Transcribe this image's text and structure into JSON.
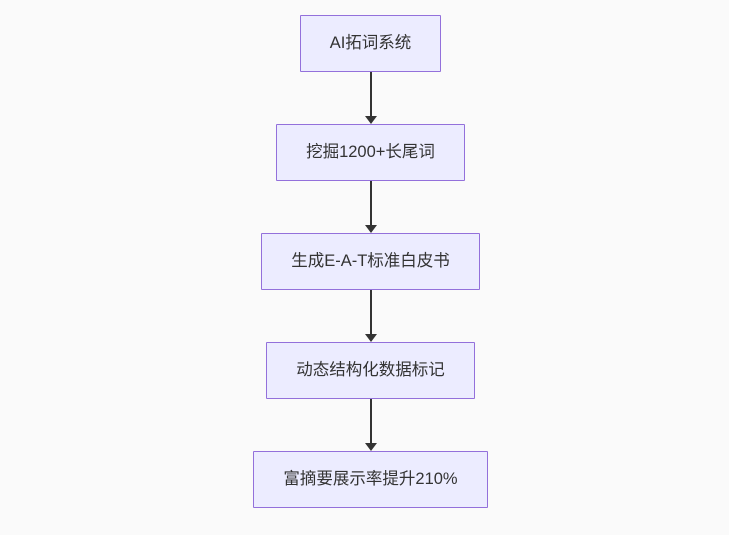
{
  "background_color": "#fafafa",
  "diagram": {
    "type": "flowchart",
    "direction": "top-down",
    "nodes": [
      {
        "id": "step-1",
        "label": "AI拓词系统"
      },
      {
        "id": "step-2",
        "label": "挖掘1200+长尾词"
      },
      {
        "id": "step-3",
        "label": "生成E-A-T标准白皮书"
      },
      {
        "id": "step-4",
        "label": "动态结构化数据标记"
      },
      {
        "id": "step-5",
        "label": "富摘要展示率提升210%"
      }
    ],
    "edges": [
      {
        "from": "step-1",
        "to": "step-2",
        "arrow": "down"
      },
      {
        "from": "step-2",
        "to": "step-3",
        "arrow": "down"
      },
      {
        "from": "step-3",
        "to": "step-4",
        "arrow": "down"
      },
      {
        "from": "step-4",
        "to": "step-5",
        "arrow": "down"
      }
    ],
    "node_style": {
      "fill": "#ECECFF",
      "border": "#9370DB",
      "text_color": "#333333"
    },
    "arrow_color": "#333333"
  }
}
